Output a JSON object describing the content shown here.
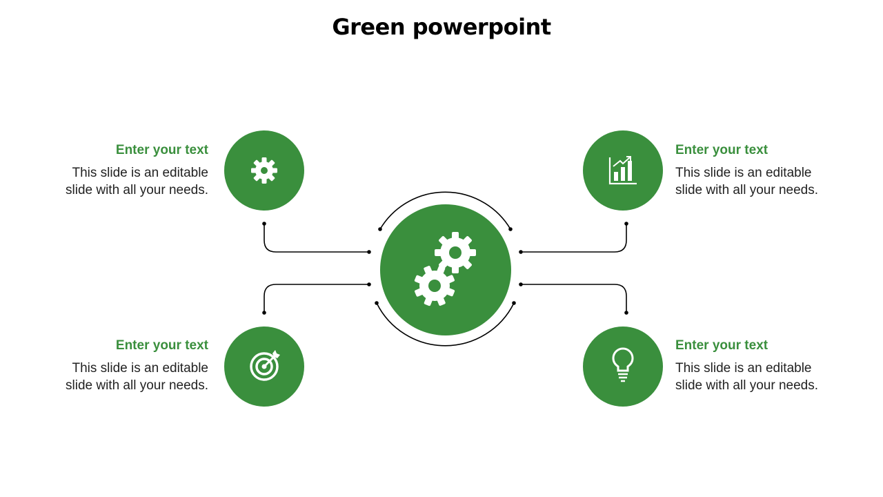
{
  "title": "Green powerpoint",
  "colors": {
    "accent": "#3a8f3d",
    "line": "#000000",
    "text": "#222222"
  },
  "items": [
    {
      "heading": "Enter your text",
      "body_line1": "This slide is an editable",
      "body_line2": "slide with all your needs.",
      "icon": "gear-icon"
    },
    {
      "heading": "Enter your text",
      "body_line1": "This slide is an editable",
      "body_line2": "slide with all your needs.",
      "icon": "bar-chart-icon"
    },
    {
      "heading": "Enter your text",
      "body_line1": "This slide is an editable",
      "body_line2": "slide with all your needs.",
      "icon": "target-icon"
    },
    {
      "heading": "Enter your text",
      "body_line1": "This slide is an editable",
      "body_line2": "slide with all your needs.",
      "icon": "lightbulb-icon"
    }
  ],
  "center_icon": "gears-icon"
}
